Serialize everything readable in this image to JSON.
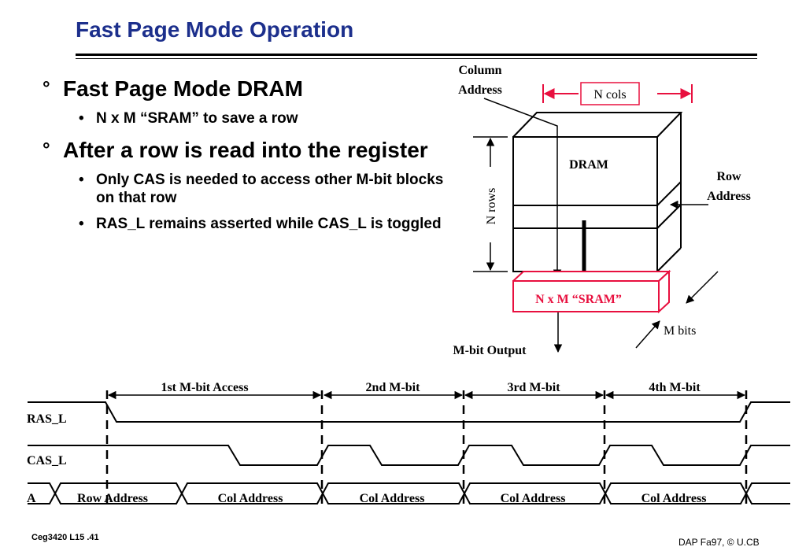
{
  "title": "Fast Page Mode Operation",
  "bullets": [
    {
      "mark": "°",
      "text": "Fast Page Mode DRAM",
      "subs": [
        {
          "mark": "•",
          "text": "N x M “SRAM” to save a row"
        }
      ]
    },
    {
      "mark": "°",
      "text": "After a row is read into the register",
      "subs": [
        {
          "mark": "•",
          "text": "Only CAS is needed to access other M-bit blocks on that row"
        },
        {
          "mark": "•",
          "text": "RAS_L remains asserted while CAS_L is toggled"
        }
      ]
    }
  ],
  "diagram": {
    "column_address_line1": "Column",
    "column_address_line2": "Address",
    "n_cols": "N cols",
    "dram": "DRAM",
    "row_address_line1": "Row",
    "row_address_line2": "Address",
    "n_rows": "N rows",
    "sram": "N x M “SRAM”",
    "m_bits": "M bits",
    "output": "M-bit Output"
  },
  "timing": {
    "intervals": [
      "1st M-bit Access",
      "2nd M-bit",
      "3rd M-bit",
      "4th M-bit"
    ],
    "signals": [
      "RAS_L",
      "CAS_L",
      "A"
    ],
    "address_cells": [
      "Row Address",
      "Col Address",
      "Col Address",
      "Col Address",
      "Col Address"
    ]
  },
  "footer": {
    "left": "Ceg3420 L15 .41",
    "right": "DAP Fa97, © U.CB"
  },
  "colors": {
    "title": "#1c2f8c",
    "highlight": "#e8103f"
  }
}
